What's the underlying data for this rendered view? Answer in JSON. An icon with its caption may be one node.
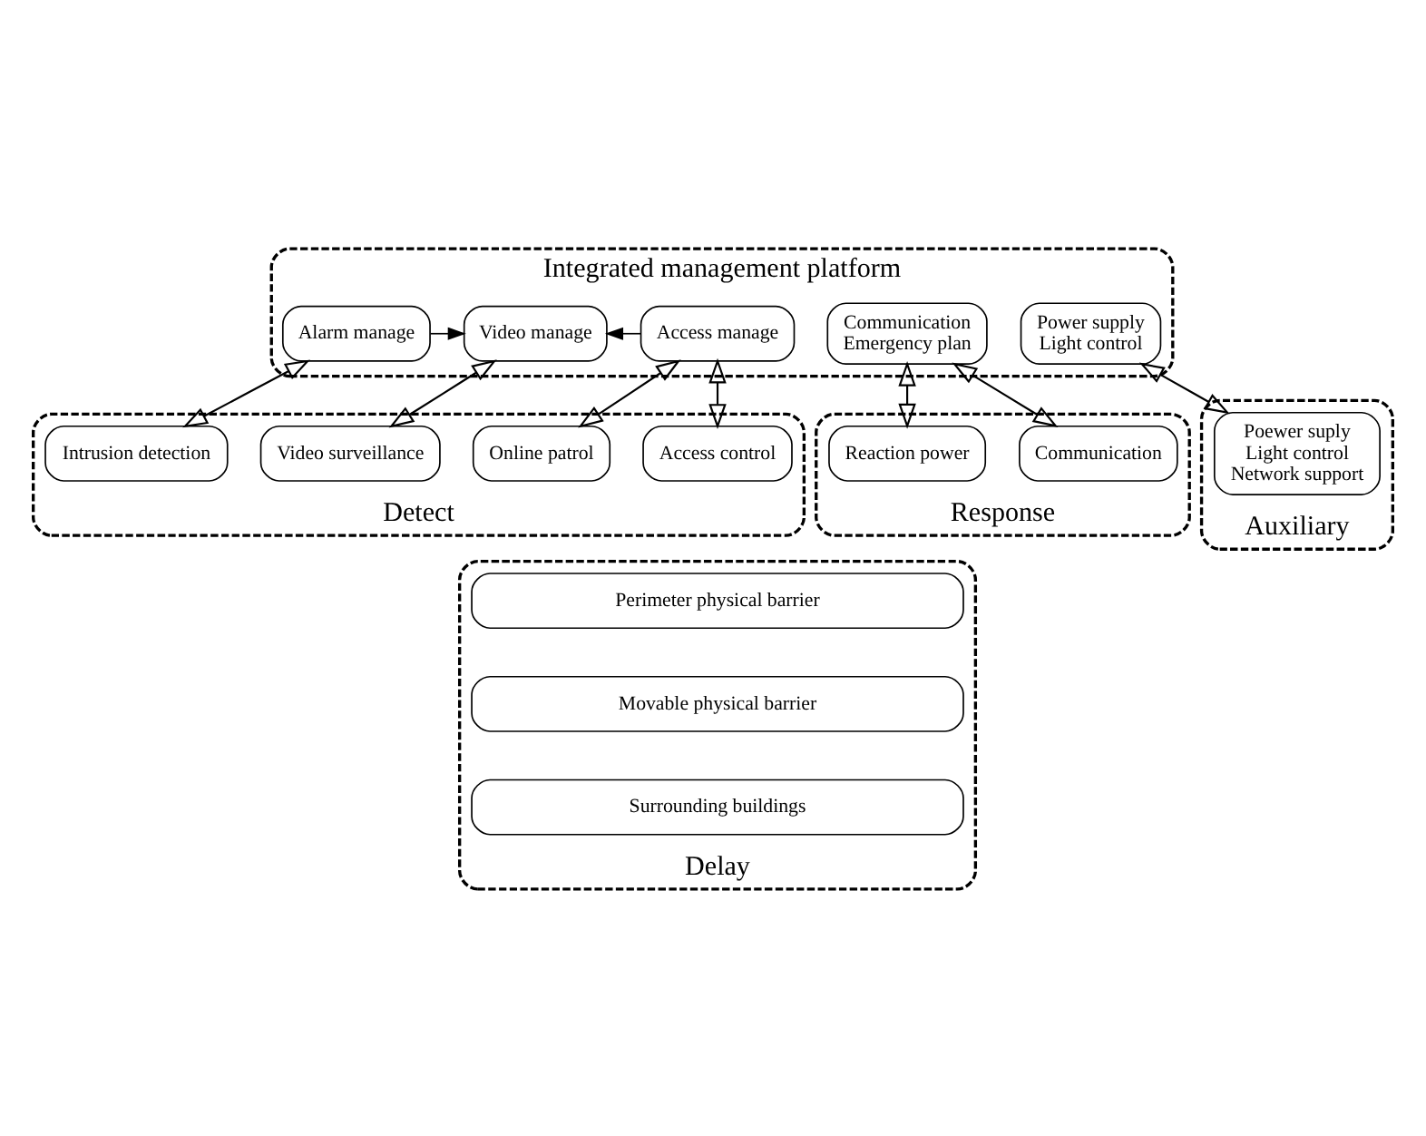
{
  "diagram": {
    "nodes": [
      {
        "text": [
          "Integrated management platform"
        ]
      },
      {
        "text": [
          "Alarm manage"
        ],
        "in": 0
      },
      {
        "text": [
          "Video manage"
        ],
        "in": 0
      },
      {
        "text": [
          "Access manage"
        ],
        "in": 0
      },
      {
        "text": [
          "Communication",
          "Emergency plan"
        ],
        "in": 0
      },
      {
        "text": [
          "Power supply",
          "Light control"
        ],
        "in": 0
      },
      {
        "text": [
          "Detect"
        ]
      },
      {
        "text": [
          "Intrusion detection"
        ],
        "in": 6
      },
      {
        "text": [
          "Video surveillance"
        ],
        "in": 6
      },
      {
        "text": [
          "Access control"
        ],
        "in": 6
      },
      {
        "text": [
          "Online patrol"
        ],
        "in": 6
      },
      {
        "text": [
          "Response"
        ]
      },
      {
        "text": [
          "Communication"
        ],
        "in": 11
      },
      {
        "text": [
          "Reaction power"
        ],
        "in": 11
      },
      {
        "text": [
          "Auxiliary"
        ]
      },
      {
        "text": [
          "Poewer suply",
          "Light control",
          "Network support"
        ],
        "in": 14
      },
      {
        "text": [
          "Delay"
        ]
      },
      {
        "text": [
          "Perimeter physical barrier"
        ],
        "in": 16
      },
      {
        "text": [
          "Movable physical barrier"
        ],
        "in": 16
      },
      {
        "text": [
          "Surrounding buildings"
        ],
        "in": 16
      }
    ],
    "edges": [
      {
        "from": 1,
        "to": 2,
        "arrow": "to"
      },
      {
        "from": 3,
        "to": 2,
        "arrow": "to"
      },
      {
        "from": 1,
        "to": 7,
        "arrow": "both"
      },
      {
        "from": 2,
        "to": 8,
        "arrow": "both"
      },
      {
        "from": 3,
        "to": 9,
        "arrow": "both"
      },
      {
        "from": 3,
        "to": 10,
        "arrow": "both"
      },
      {
        "from": 4,
        "to": 12,
        "arrow": "both"
      },
      {
        "from": 4,
        "to": 13,
        "arrow": "both"
      },
      {
        "from": 5,
        "to": 15,
        "arrow": "both"
      }
    ]
  }
}
